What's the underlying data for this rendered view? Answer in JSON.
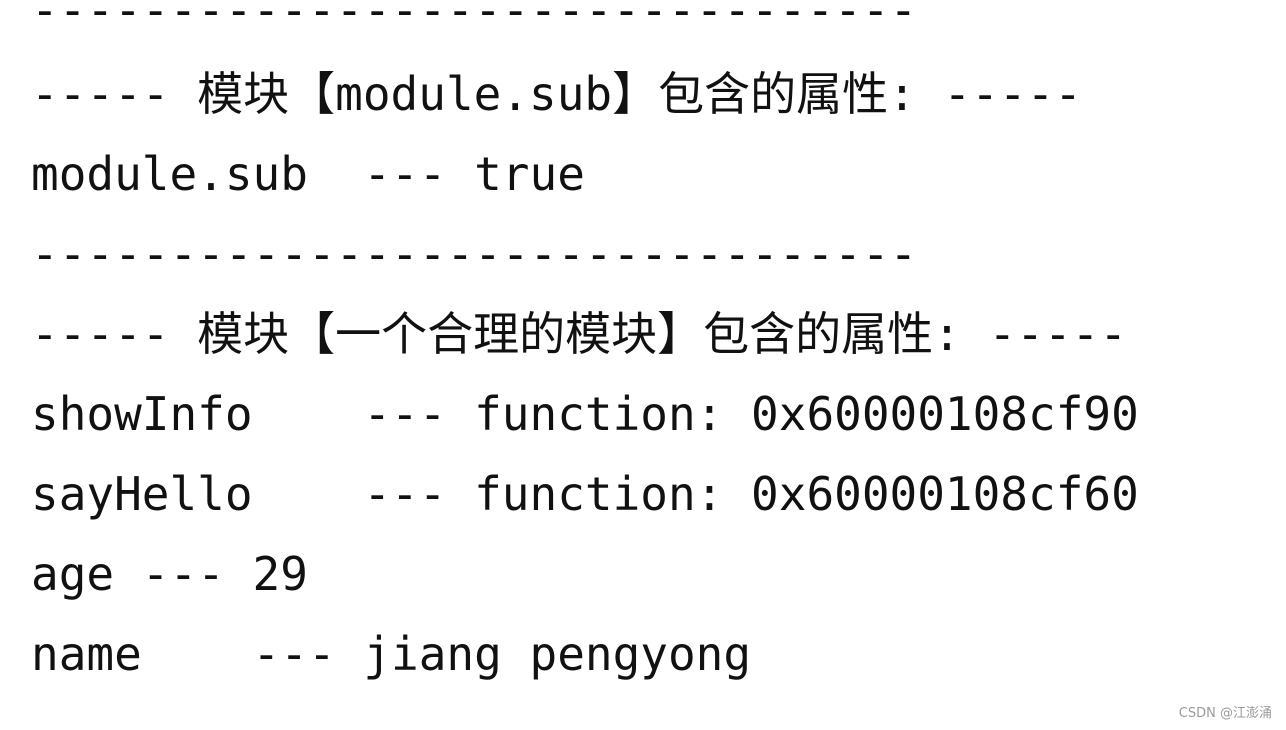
{
  "console": {
    "lines": [
      "--------------------------------",
      "----- 模块【module.sub】包含的属性: -----",
      "module.sub  --- true",
      "--------------------------------",
      "----- 模块【一个合理的模块】包含的属性: -----",
      "showInfo    --- function: 0x60000108cf90",
      "sayHello    --- function: 0x60000108cf60",
      "age --- 29",
      "name    --- jiang pengyong"
    ]
  },
  "watermark": "CSDN @江澎涌"
}
